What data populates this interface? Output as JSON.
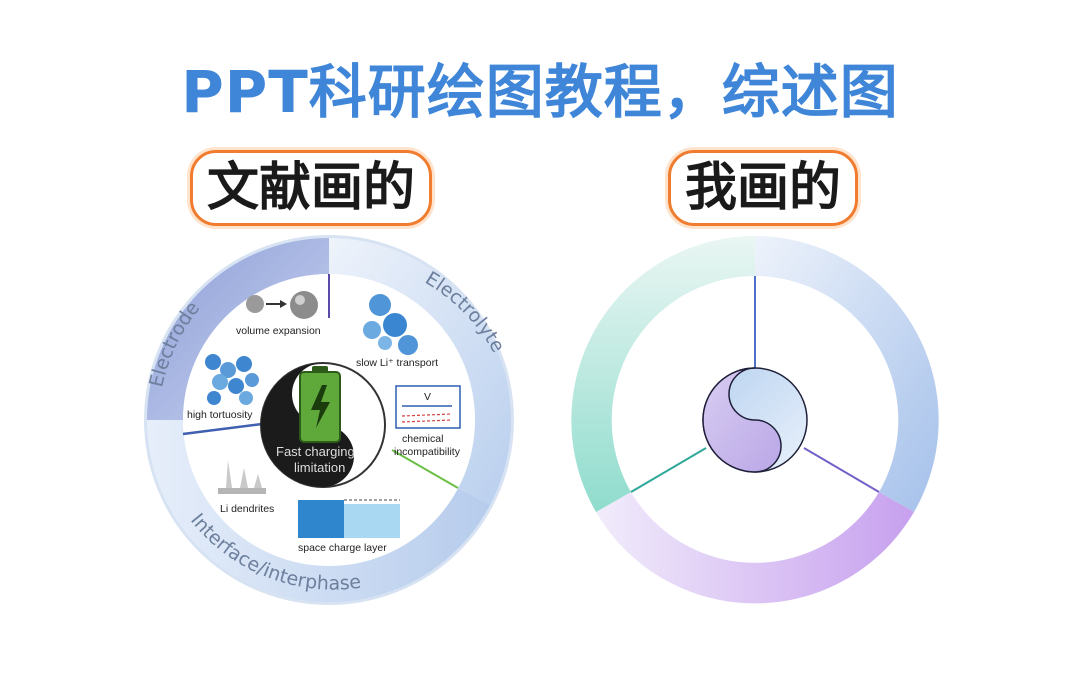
{
  "title": "PPT科研绘图教程，综述图",
  "labels": {
    "left": "文献画的",
    "right": "我画的"
  },
  "left_diagram": {
    "ring": {
      "electrode": "Electrode",
      "electrolyte": "Electrolyte",
      "interface": "Interface/interphase"
    },
    "items": {
      "volume_expansion": "volume expansion",
      "slow_transport": "slow Li⁺ transport",
      "high_tortuosity": "high tortuosity",
      "chemical": "chemical",
      "incompatibility": "incompatibility",
      "v_label": "V",
      "li_dendrites": "Li dendrites",
      "space_charge": "space charge layer"
    },
    "center": {
      "line1": "Fast charging",
      "line2": "limitation"
    }
  },
  "colors": {
    "title": "#3f86d8",
    "label_border": "#f07c2f",
    "ring_left_electrode": "#aab6e0",
    "ring_left_electrolyte": "#d6e3f3",
    "ring_left_interface": "#c5d8ef",
    "ring_right_teal": "#9fe0d6",
    "ring_right_blue": "#b0c8ec",
    "ring_right_purple": "#c9a9ee"
  }
}
